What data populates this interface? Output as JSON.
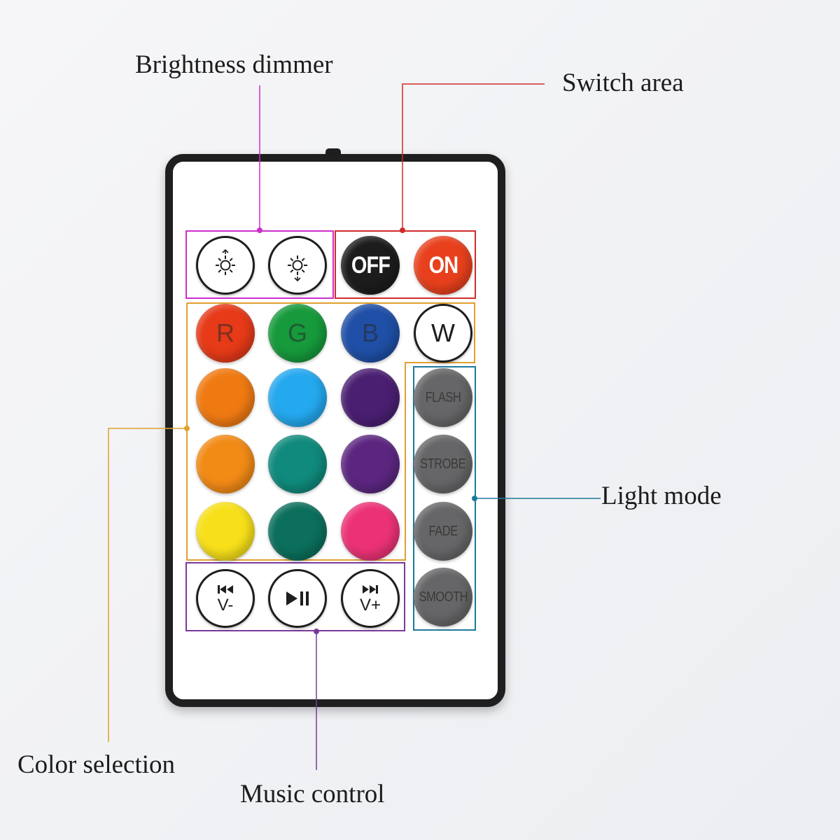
{
  "callouts": {
    "brightness": {
      "label": "Brightness dimmer",
      "color": "#cc2fcc"
    },
    "switch": {
      "label": "Switch area",
      "color": "#d12a2a"
    },
    "light_mode": {
      "label": "Light mode",
      "color": "#1d7a9a"
    },
    "color_selection": {
      "label": "Color selection",
      "color": "#e0a030"
    },
    "music": {
      "label": "Music control",
      "color": "#7a3a9a"
    }
  },
  "remote": {
    "body_color": "#1f1f1f",
    "face_color": "#ffffff",
    "brightness_buttons": [
      {
        "id": "brightness-down",
        "icon": "sun-dim-icon"
      },
      {
        "id": "brightness-up",
        "icon": "sun-bright-icon"
      }
    ],
    "power_buttons": [
      {
        "id": "off",
        "label": "OFF",
        "color": "#1c1c1c"
      },
      {
        "id": "on",
        "label": "ON",
        "color": "#e8401c"
      }
    ],
    "color_buttons": [
      {
        "id": "r",
        "label": "R",
        "color": "#e63a18"
      },
      {
        "id": "g",
        "label": "G",
        "color": "#169a3c"
      },
      {
        "id": "b",
        "label": "B",
        "color": "#1f4fa6"
      },
      {
        "id": "w",
        "label": "W",
        "color": "#ffffff"
      },
      {
        "id": "c1",
        "label": "",
        "color": "#f07a12"
      },
      {
        "id": "c2",
        "label": "",
        "color": "#24a8ee"
      },
      {
        "id": "c3",
        "label": "",
        "color": "#4a1f72"
      },
      {
        "id": "c4",
        "label": "",
        "color": "#f28a16"
      },
      {
        "id": "c5",
        "label": "",
        "color": "#0f8a7c"
      },
      {
        "id": "c6",
        "label": "",
        "color": "#5c2680"
      },
      {
        "id": "c7",
        "label": "",
        "color": "#f7e01a"
      },
      {
        "id": "c8",
        "label": "",
        "color": "#0b6f5c"
      },
      {
        "id": "c9",
        "label": "",
        "color": "#ec3276"
      }
    ],
    "mode_buttons": [
      {
        "id": "flash",
        "label": "FLASH"
      },
      {
        "id": "strobe",
        "label": "STROBE"
      },
      {
        "id": "fade",
        "label": "FADE"
      },
      {
        "id": "smooth",
        "label": "SMOOTH"
      }
    ],
    "music_buttons": [
      {
        "id": "prev",
        "icon": "skip-back-icon",
        "sub": "V-"
      },
      {
        "id": "play",
        "icon": "play-pause-icon",
        "sub": ""
      },
      {
        "id": "next",
        "icon": "skip-forward-icon",
        "sub": "V+"
      }
    ]
  }
}
